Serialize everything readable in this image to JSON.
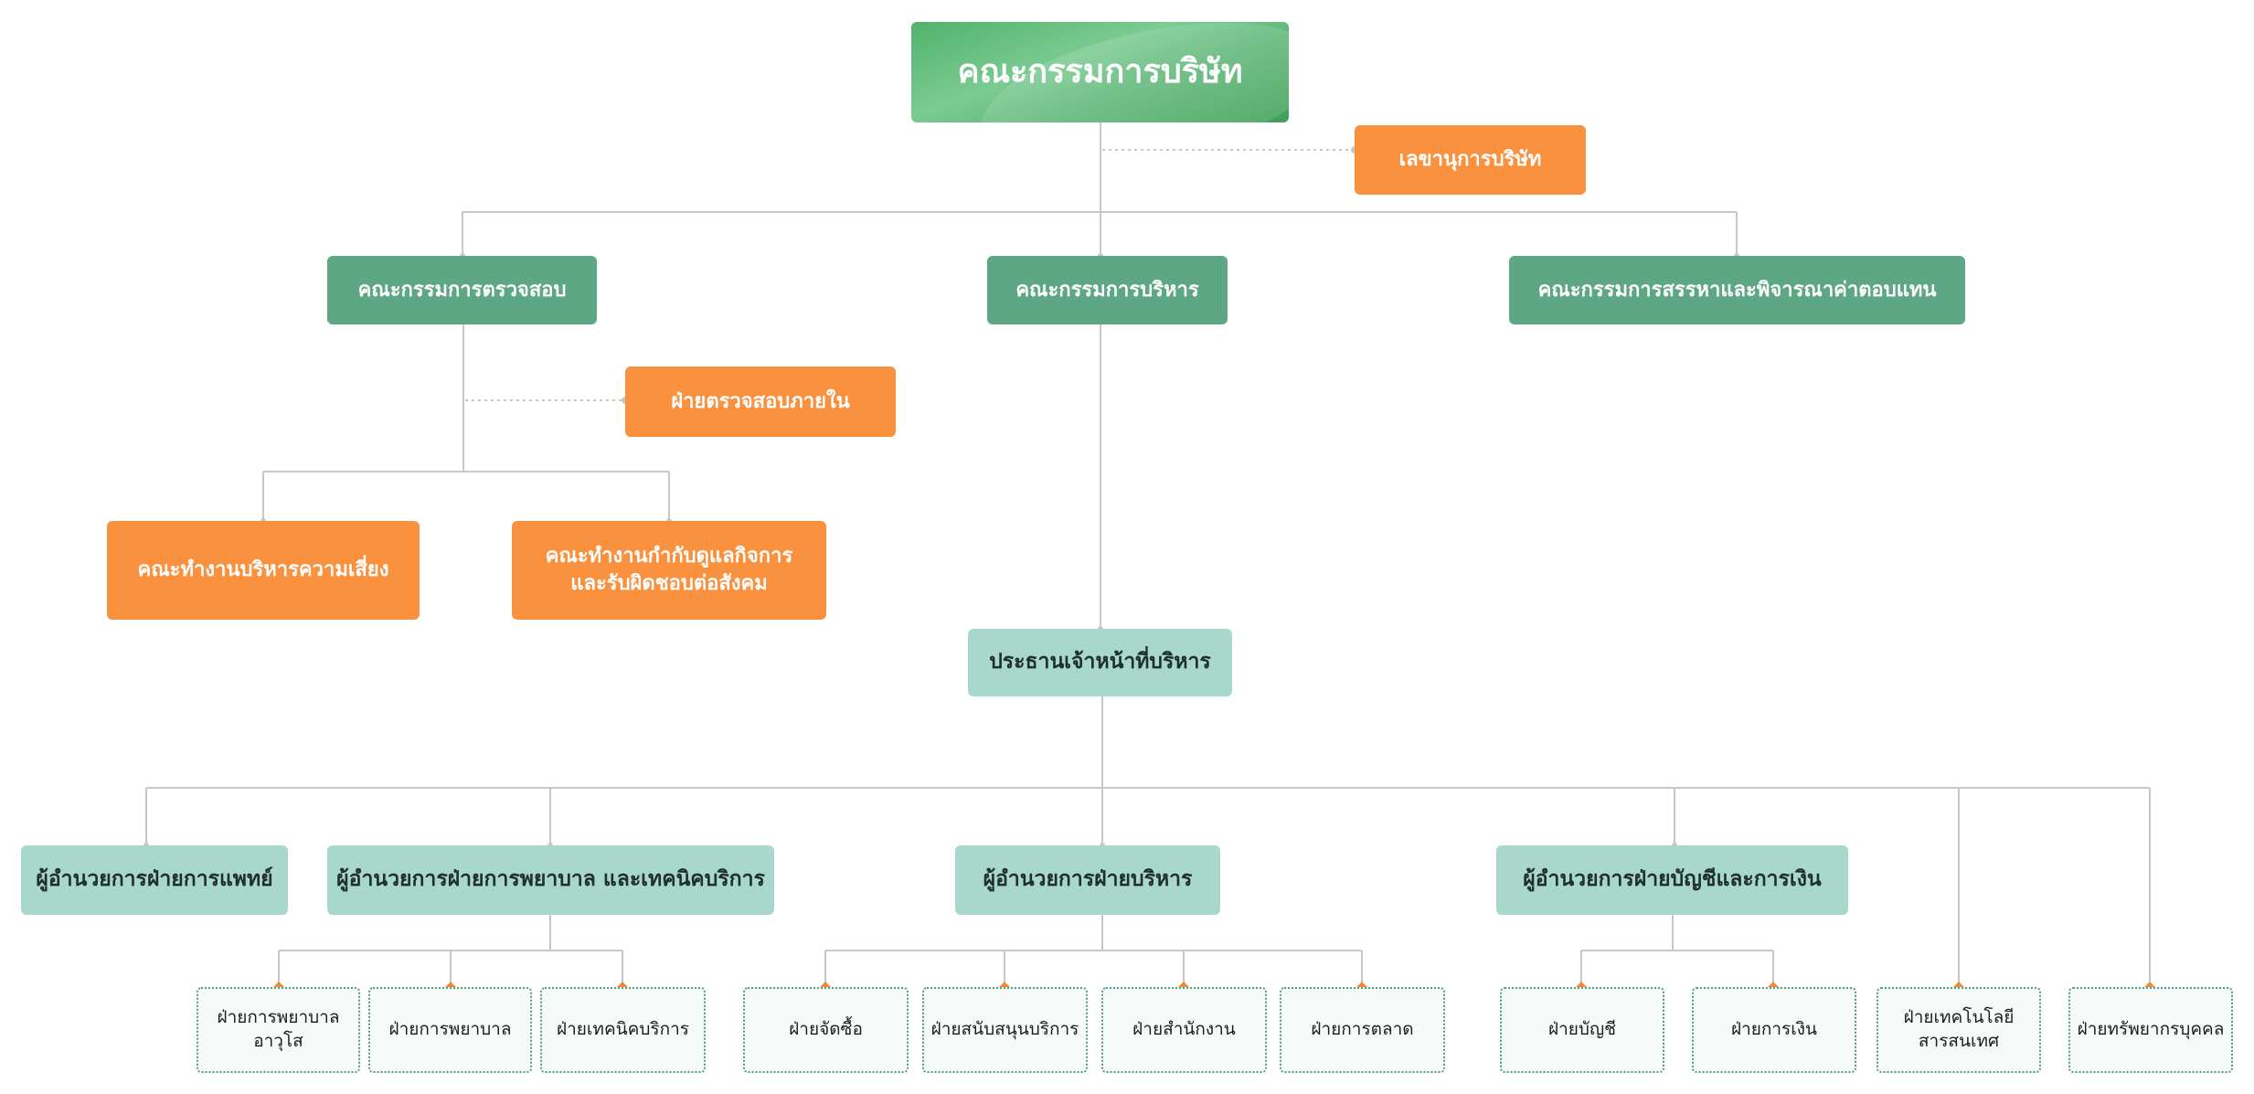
{
  "board": {
    "label": "คณะกรรมการบริษัท"
  },
  "secretary": {
    "label": "เลขานุการบริษัท"
  },
  "committees": {
    "audit": "คณะกรรมการตรวจสอบ",
    "executive": "คณะกรรมการบริหาร",
    "nomination": "คณะกรรมการสรรหาและพิจารณาค่าตอบแทน"
  },
  "internal_audit": {
    "label": "ฝ่ายตรวจสอบภายใน"
  },
  "working_groups": {
    "risk": "คณะทำงานบริหารความเสี่ยง",
    "governance_line1": "คณะทำงานกำกับดูแลกิจการ",
    "governance_line2": "และรับผิดชอบต่อสังคม"
  },
  "ceo": {
    "label": "ประธานเจ้าหน้าที่บริหาร"
  },
  "directors": {
    "medical": "ผู้อำนวยการฝ่ายการแพทย์",
    "nursing": "ผู้อำนวยการฝ่ายการพยาบาล และเทคนิคบริการ",
    "admin": "ผู้อำนวยการฝ่ายบริหาร",
    "finance": "ผู้อำนวยการฝ่ายบัญชีและการเงิน"
  },
  "departments": {
    "nursing_senior_line1": "ฝ่ายการพยาบาล",
    "nursing_senior_line2": "อาวุโส",
    "nursing": "ฝ่ายการพยาบาล",
    "technical": "ฝ่ายเทคนิคบริการ",
    "procurement": "ฝ่ายจัดซื้อ",
    "support": "ฝ่ายสนับสนุนบริการ",
    "office": "ฝ่ายสำนักงาน",
    "marketing": "ฝ่ายการตลาด",
    "accounting": "ฝ่ายบัญชี",
    "finance": "ฝ่ายการเงิน",
    "it_line1": "ฝ่ายเทคโนโลยี",
    "it_line2": "สารสนเทศ",
    "hr": "ฝ่ายทรัพยากรบุคคล"
  },
  "colors": {
    "line": "#c5c7c9",
    "orange": "#f9913e",
    "green": "#5da784",
    "mint": "#a8d8cb",
    "leaf_border": "#4f9f78"
  }
}
